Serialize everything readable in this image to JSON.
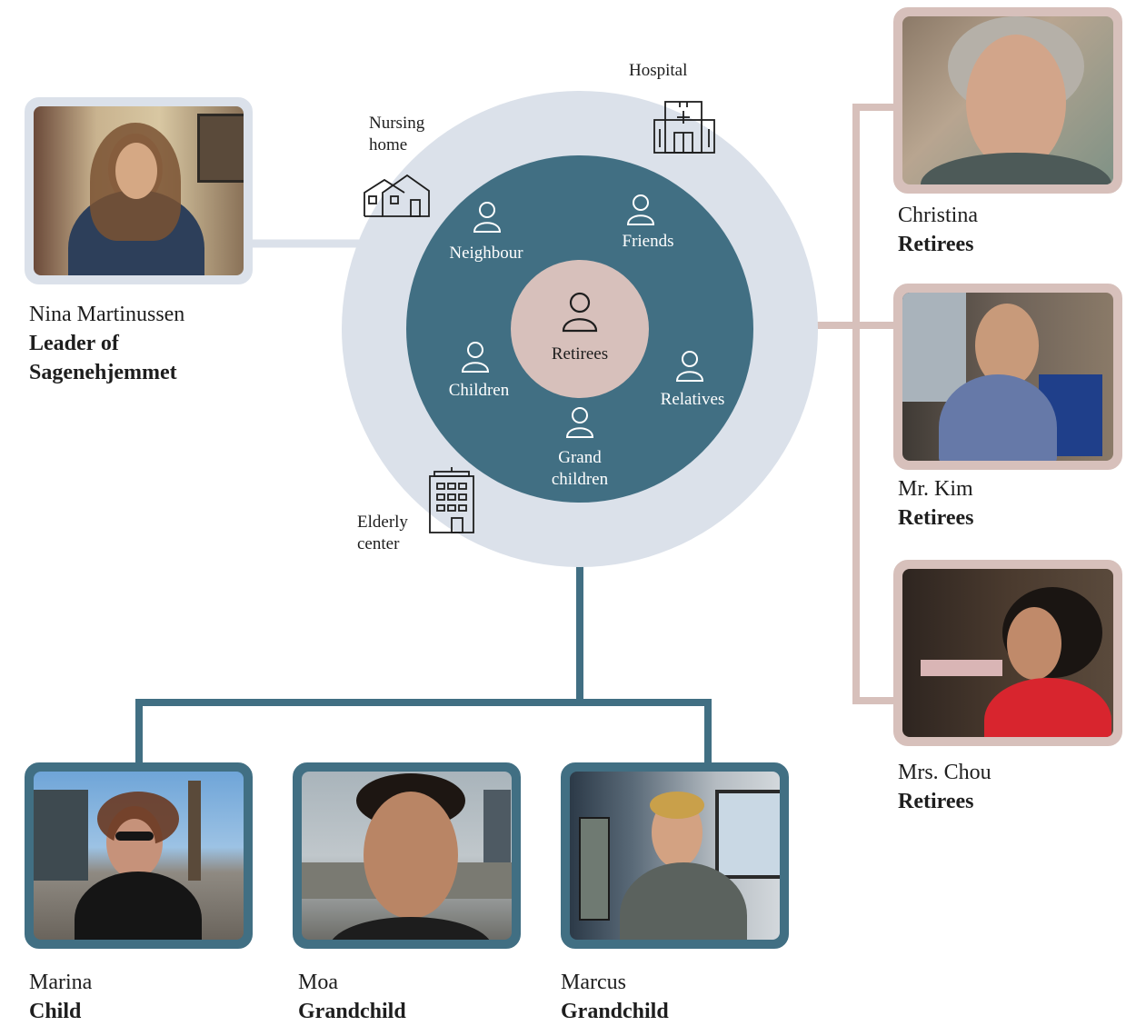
{
  "center": {
    "label": "Retirees"
  },
  "inner_ring": {
    "neighbour": "Neighbour",
    "friends": "Friends",
    "children": "Children",
    "relatives": "Relatives",
    "grandchildren_line1": "Grand",
    "grandchildren_line2": "children"
  },
  "outer_ring": {
    "hospital": "Hospital",
    "nursing_home_line1": "Nursing",
    "nursing_home_line2": "home",
    "elderly_center_line1": "Elderly",
    "elderly_center_line2": "center"
  },
  "people": {
    "nina": {
      "name": "Nina Martinussen",
      "role_line1": "Leader of",
      "role_line2": "Sagenehjemmet"
    },
    "christina": {
      "name": "Christina",
      "role": "Retirees"
    },
    "kim": {
      "name": "Mr. Kim",
      "role": "Retirees"
    },
    "chou": {
      "name": "Mrs. Chou",
      "role": "Retirees"
    },
    "marina": {
      "name": "Marina",
      "role": "Child"
    },
    "moa": {
      "name": "Moa",
      "role": "Grandchild"
    },
    "marcus": {
      "name": "Marcus",
      "role": "Grandchild"
    }
  },
  "colors": {
    "outer_ring": "#dbe1ea",
    "inner_ring": "#416f83",
    "center": "#d7c0bb",
    "connector_teal": "#416f83",
    "connector_pink": "#d7c0bb"
  },
  "icons": [
    "person-icon",
    "hospital-icon",
    "nursing-home-icon",
    "elderly-center-icon"
  ]
}
